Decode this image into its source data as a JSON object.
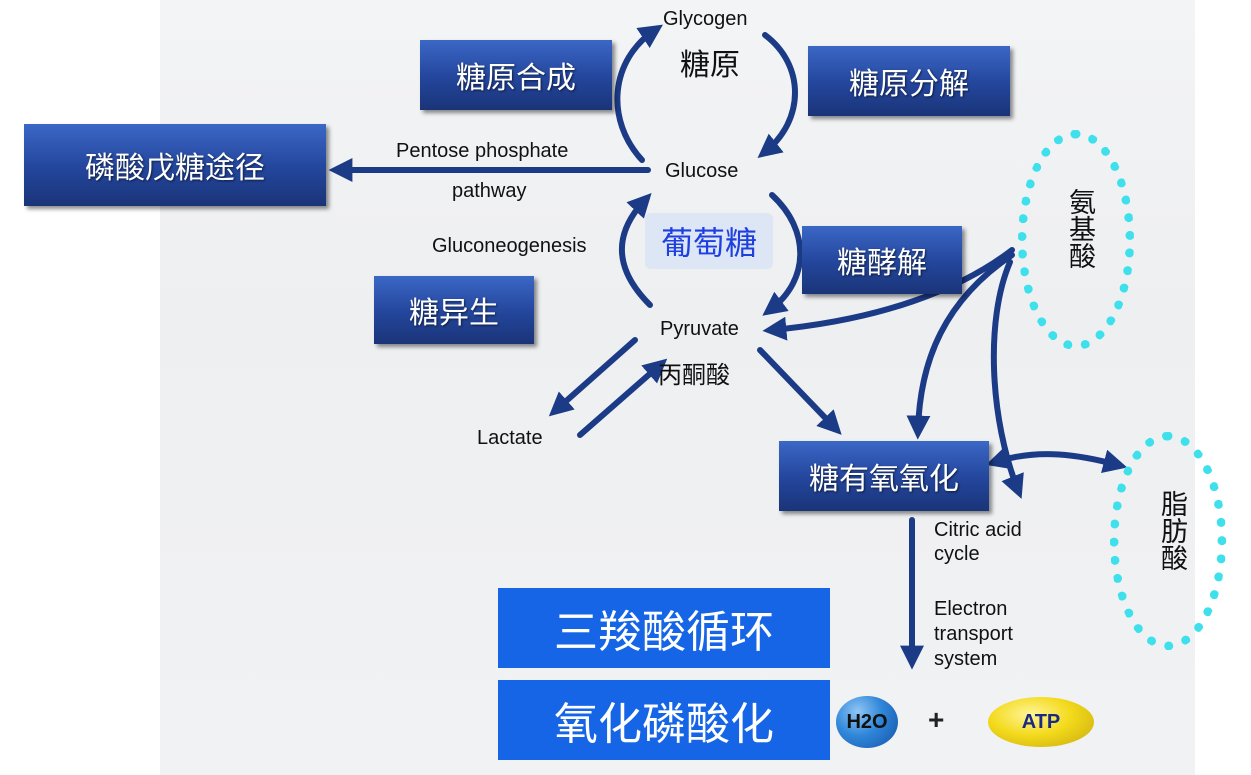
{
  "nodes": {
    "glycogen_en": "Glycogen",
    "glycogen_cn": "糖原",
    "glucose_en": "Glucose",
    "glucose_cn": "葡萄糖",
    "pyruvate_en": "Pyruvate",
    "pyruvate_cn": "丙酮酸",
    "lactate_en": "Lactate",
    "citric_acid_cycle_en": "Citric acid cycle",
    "electron_transport_en": "Electron transport system",
    "h2o": "H2O",
    "plus": "+",
    "atp": "ATP",
    "amino_acid_cn": "氨基酸",
    "fatty_acid_cn": "脂肪酸"
  },
  "pathway_labels": {
    "pentose_phosphate_en_line1": "Pentose phosphate",
    "pentose_phosphate_en_line2": "pathway",
    "gluconeogenesis_en": "Gluconeogenesis"
  },
  "boxes": {
    "glycogenesis": "糖原合成",
    "glycogenolysis": "糖原分解",
    "pentose_phosphate": "磷酸戊糖途径",
    "glycolysis": "糖酵解",
    "gluconeogenesis": "糖异生",
    "aerobic_oxidation": "糖有氧氧化",
    "tca_cycle": "三羧酸循环",
    "oxidative_phosphorylation": "氧化磷酸化"
  },
  "colors": {
    "arrow": "#1c3b86",
    "box_blue": "#23459b",
    "big_box_blue": "#1565e6",
    "dotted_oval": "#3ee0ec",
    "glucose_cn_text": "#1f3fe0",
    "atp_yellow": "#f3da1c",
    "h2o_blue": "#2f86d8"
  }
}
